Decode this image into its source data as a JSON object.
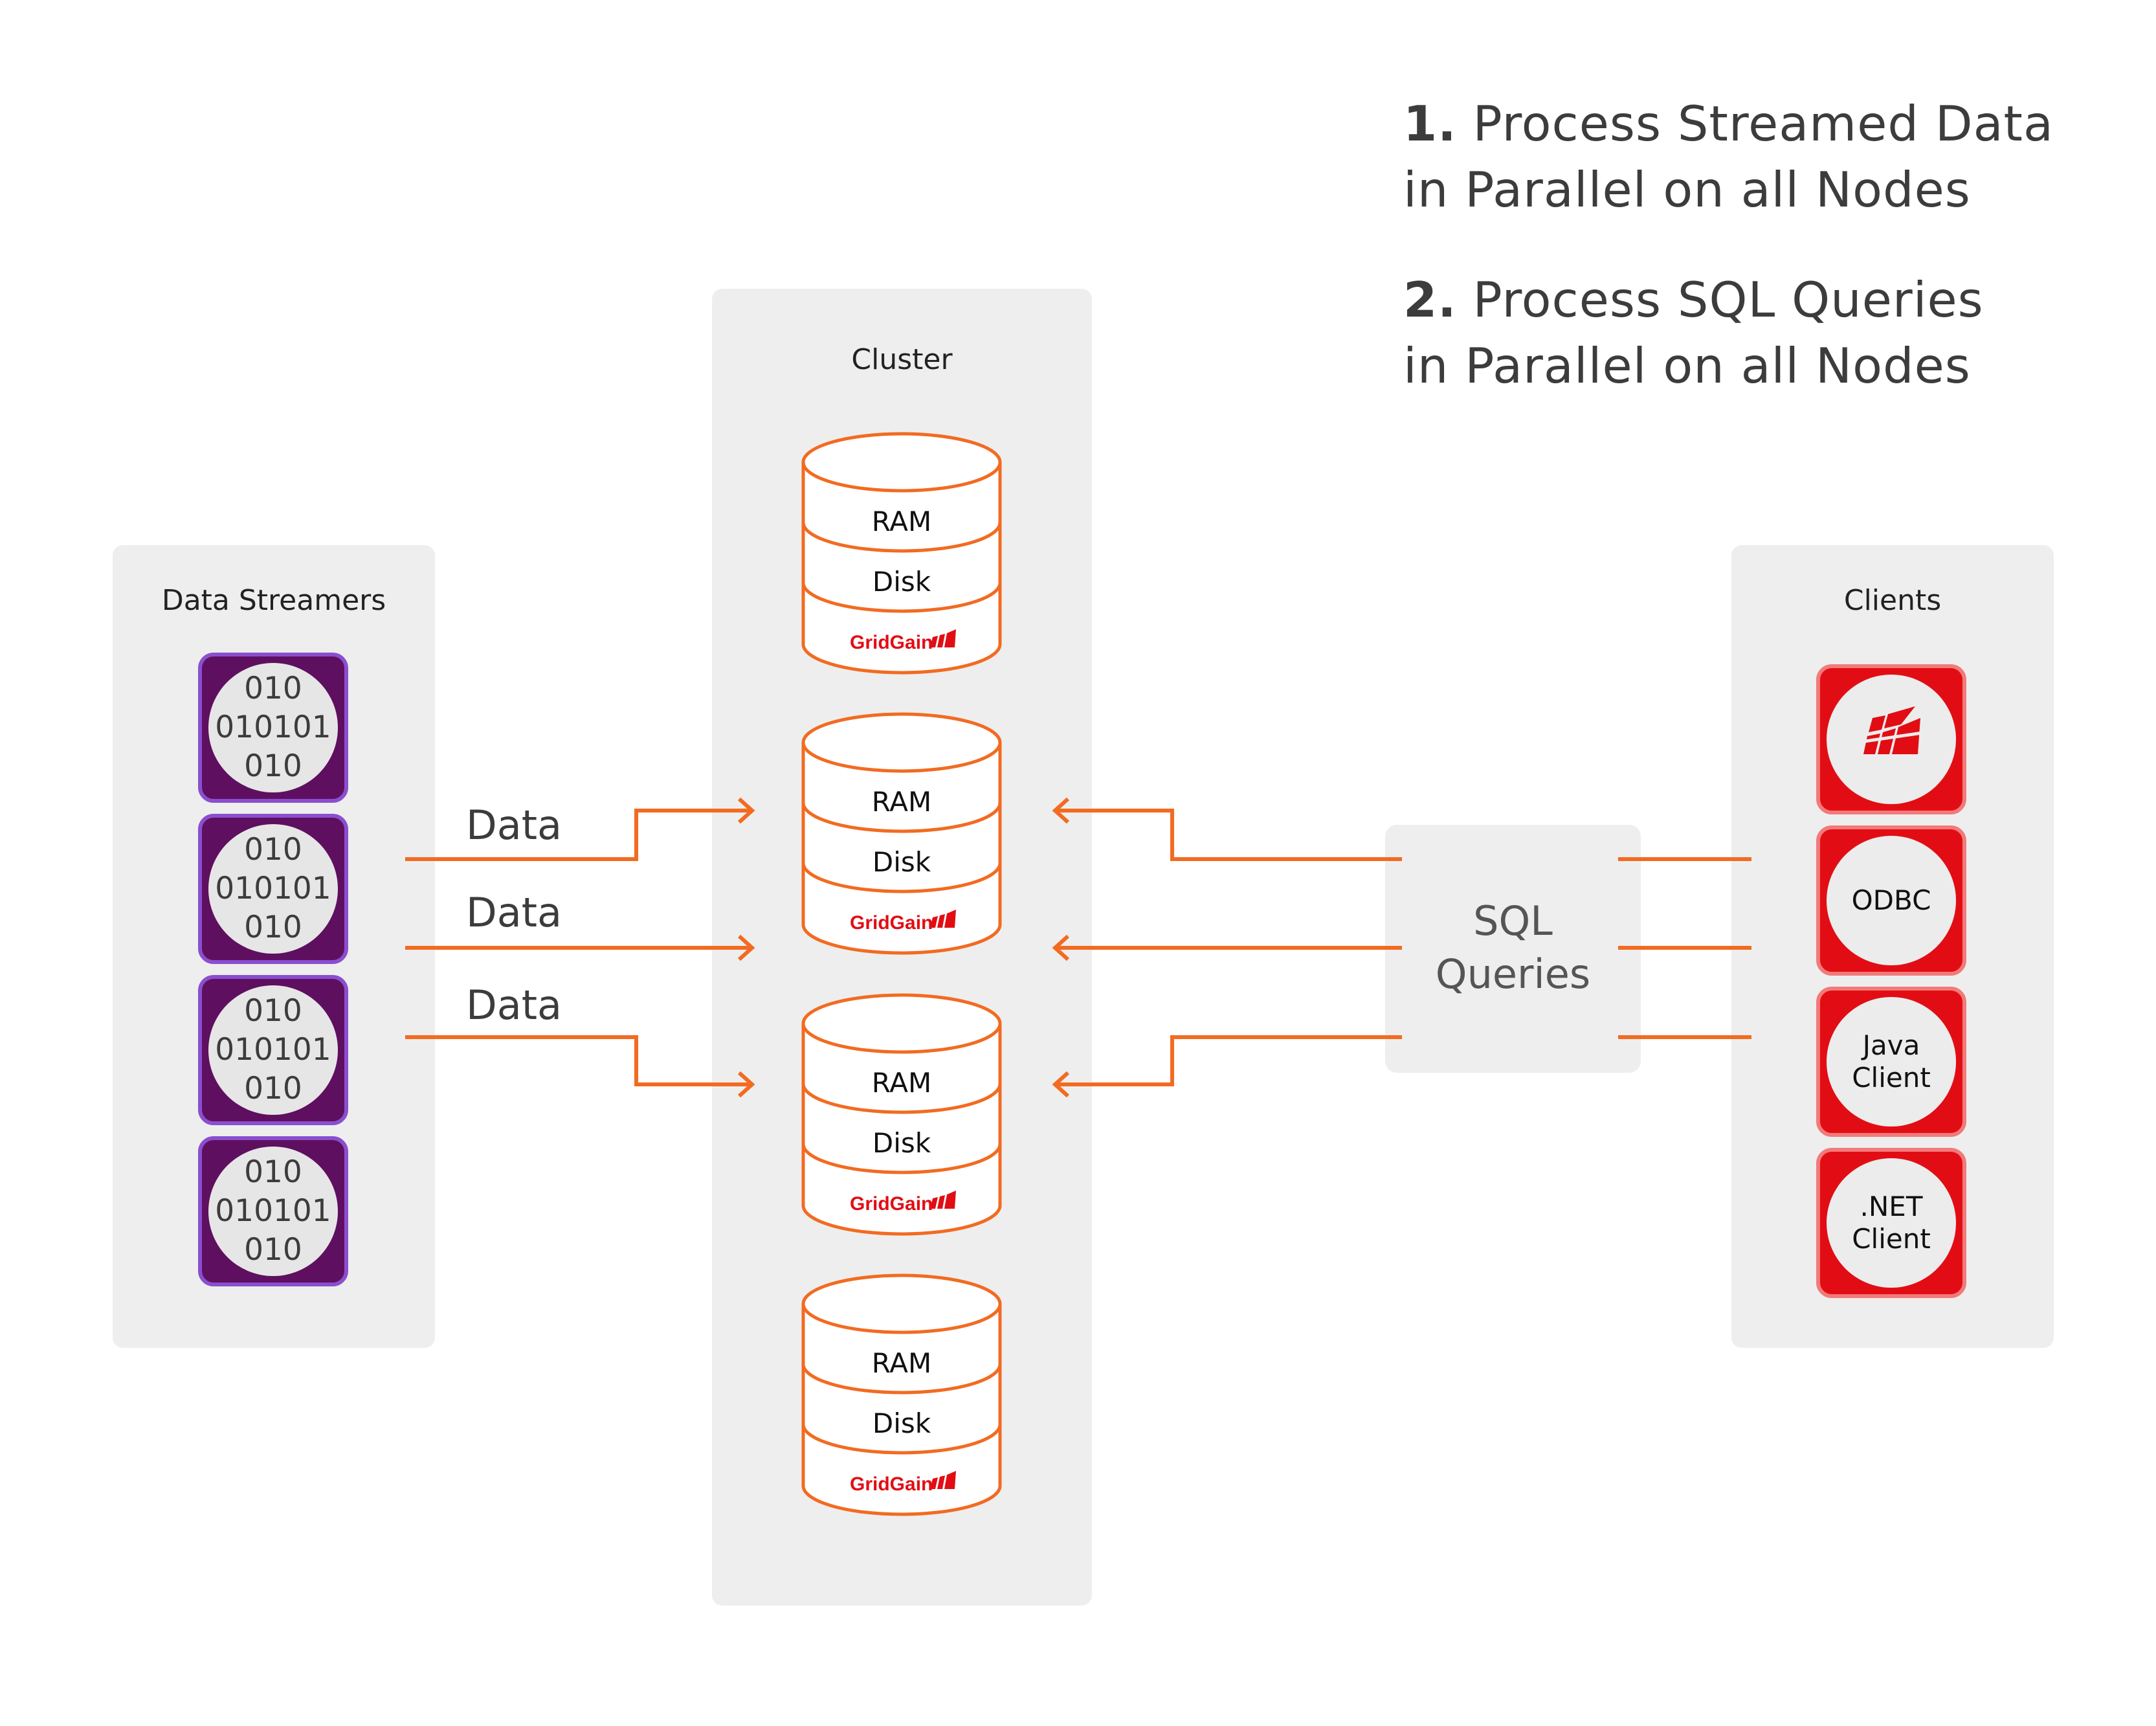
{
  "headings": [
    {
      "number": "1.",
      "line1": "Process Streamed Data",
      "line2": "in Parallel on all Nodes"
    },
    {
      "number": "2.",
      "line1": "Process SQL Queries",
      "line2": "in Parallel on all Nodes"
    }
  ],
  "data_streamers": {
    "title": "Data Streamers",
    "items": [
      {
        "line1": "010",
        "line2": "010101",
        "line3": "010"
      },
      {
        "line1": "010",
        "line2": "010101",
        "line3": "010"
      },
      {
        "line1": "010",
        "line2": "010101",
        "line3": "010"
      },
      {
        "line1": "010",
        "line2": "010101",
        "line3": "010"
      }
    ]
  },
  "cluster": {
    "title": "Cluster",
    "nodes": [
      {
        "ram": "RAM",
        "disk": "Disk",
        "brand": "GridGain"
      },
      {
        "ram": "RAM",
        "disk": "Disk",
        "brand": "GridGain"
      },
      {
        "ram": "RAM",
        "disk": "Disk",
        "brand": "GridGain"
      },
      {
        "ram": "RAM",
        "disk": "Disk",
        "brand": "GridGain"
      }
    ]
  },
  "data_arrows": {
    "labels": [
      "Data",
      "Data",
      "Data"
    ]
  },
  "sql_queries": {
    "label": "SQL\nQueries"
  },
  "clients": {
    "title": "Clients",
    "items": [
      {
        "label": "",
        "icon": "gridgain-logo-icon"
      },
      {
        "label": "ODBC"
      },
      {
        "label": "Java\nClient"
      },
      {
        "label": ".NET\nClient"
      }
    ]
  },
  "colors": {
    "arrow": "#f26b21",
    "db_outline": "#f26b21",
    "streamer_tile": "#5f0f5f",
    "streamer_border": "#8a4fcf",
    "client_tile": "#e20d14",
    "client_border": "#f27a7a",
    "brand_red": "#e20d14",
    "panel": "#eeeeee"
  }
}
